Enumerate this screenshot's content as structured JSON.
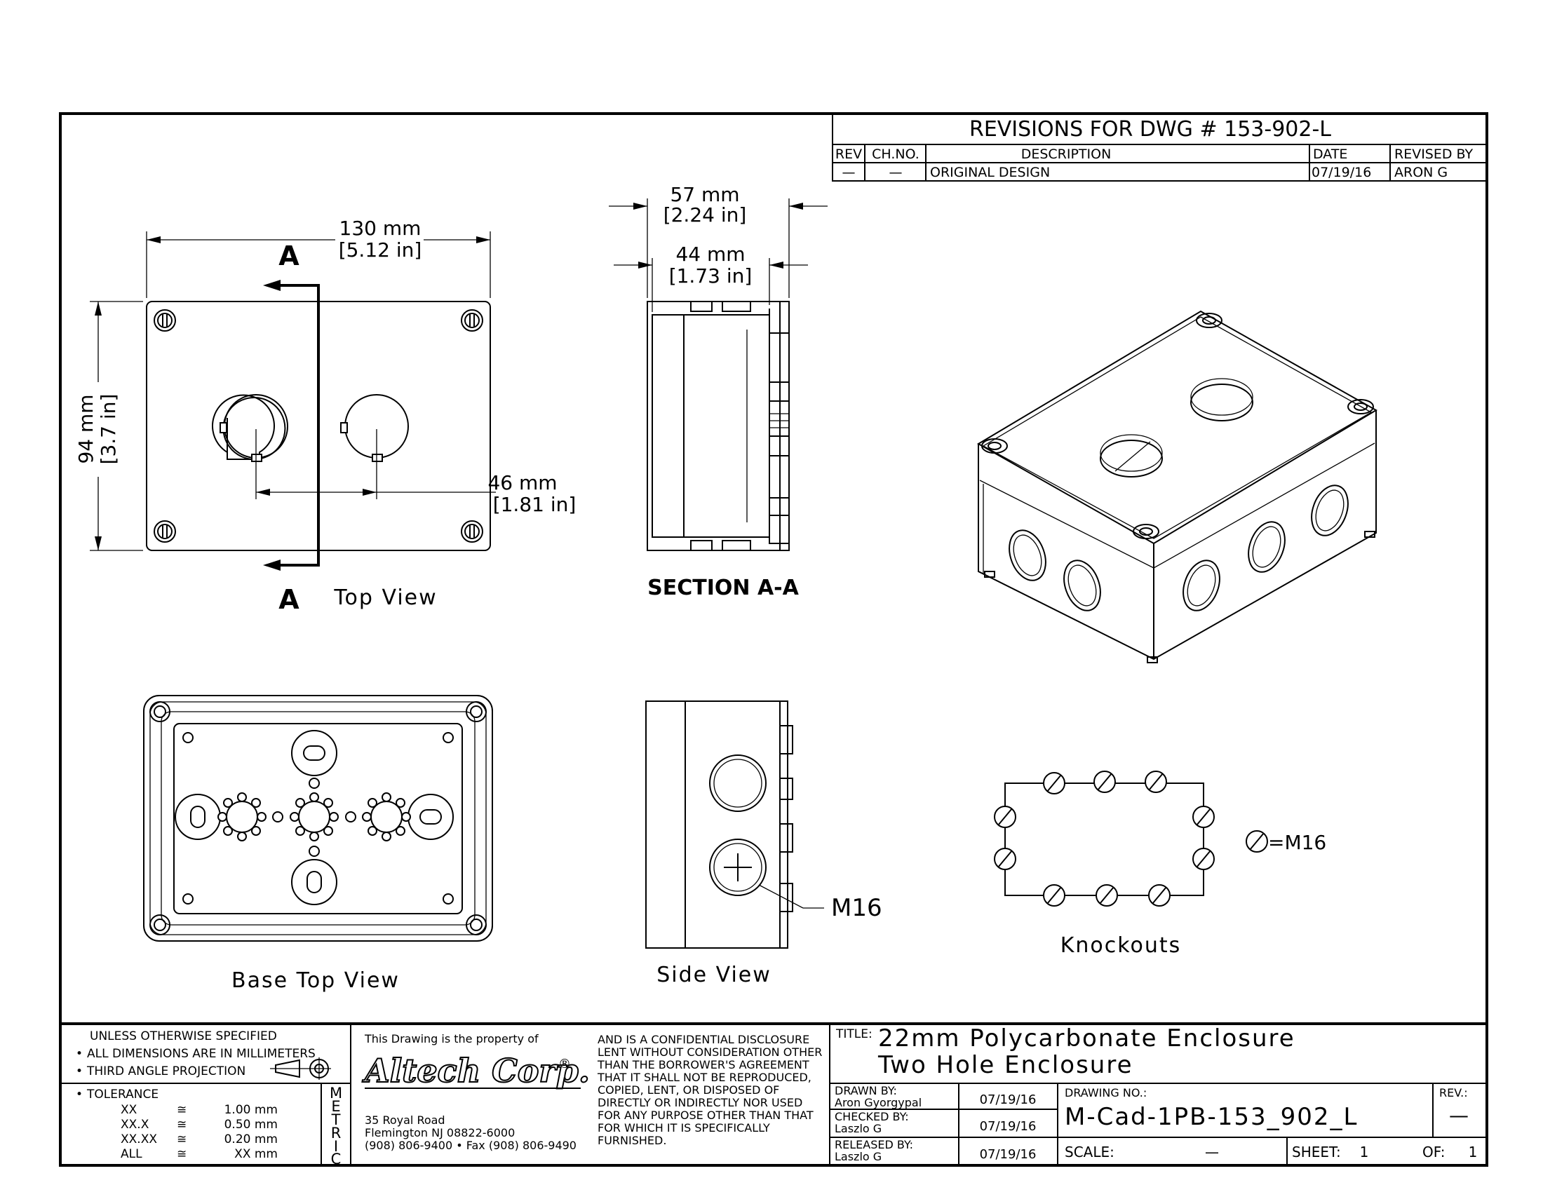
{
  "revisions": {
    "title": "REVISIONS FOR DWG # 153-902-L",
    "headers": {
      "rev": "REV",
      "chno": "CH.NO.",
      "description": "DESCRIPTION",
      "date": "DATE",
      "revised_by": "REVISED BY"
    },
    "row": {
      "rev": "—",
      "chno": "—",
      "description": "ORIGINAL DESIGN",
      "date": "07/19/16",
      "revised_by": "ARON G"
    }
  },
  "top_view": {
    "width_mm": "130 mm",
    "width_in": "[5.12 in]",
    "height_mm": "94 mm",
    "height_in": "[3.7 in]",
    "spacing_mm": "46 mm",
    "spacing_in": "[1.81 in]",
    "section_marker": "A",
    "label": "Top View"
  },
  "section": {
    "outer_mm": "57 mm",
    "outer_in": "[2.24 in]",
    "inner_mm": "44 mm",
    "inner_in": "[1.73 in]",
    "label": "SECTION A-A"
  },
  "base_top_view": {
    "label": "Base Top View"
  },
  "side_view": {
    "label": "Side View",
    "callout": "M16"
  },
  "knockouts": {
    "label": "Knockouts",
    "legend": "=M16"
  },
  "notes": {
    "title": "UNLESS OTHERWISE SPECIFIED",
    "bullets": [
      "ALL DIMENSIONS ARE IN MILLIMETERS",
      "THIRD ANGLE PROJECTION"
    ],
    "tolerance_title": "TOLERANCE",
    "tolerance": [
      {
        "fmt": "XX",
        "sym": "≅",
        "val": "1.00 mm"
      },
      {
        "fmt": "XX.X",
        "sym": "≅",
        "val": "0.50 mm"
      },
      {
        "fmt": "XX.XX",
        "sym": "≅",
        "val": "0.20 mm"
      },
      {
        "fmt": "ALL",
        "sym": "≅",
        "val": "XX mm"
      }
    ],
    "metric": [
      "M",
      "E",
      "T",
      "R",
      "I",
      "C"
    ]
  },
  "company": {
    "property_line": "This Drawing is the property of",
    "logo_text": "Altech Corp.",
    "address1": "35 Royal Road",
    "address2": "Flemington NJ 08822-6000",
    "phone": "(908) 806-9400 • Fax (908) 806-9490",
    "confidential": [
      "AND IS A CONFIDENTIAL DISCLOSURE",
      "LENT WITHOUT CONSIDERATION OTHER",
      "THAN THE BORROWER'S AGREEMENT",
      "THAT IT SHALL NOT BE REPRODUCED,",
      "COPIED, LENT, OR DISPOSED OF",
      "DIRECTLY OR INDIRECTLY NOR USED",
      "FOR ANY PURPOSE OTHER THAN THAT",
      "FOR WHICH IT IS SPECIFICALLY",
      "FURNISHED."
    ]
  },
  "title_block": {
    "title_label": "TITLE:",
    "title_line1": "22mm Polycarbonate Enclosure",
    "title_line2": "Two Hole Enclosure",
    "drawn_by_label": "DRAWN BY:",
    "drawn_by": "Aron Gyorgypal",
    "drawn_date": "07/19/16",
    "checked_by_label": "CHECKED BY:",
    "checked_by": "Laszlo G",
    "checked_date": "07/19/16",
    "released_by_label": "RELEASED BY:",
    "released_by": "Laszlo G",
    "released_date": "07/19/16",
    "drawing_no_label": "DRAWING NO.:",
    "drawing_no": "M-Cad-1PB-153_902_L",
    "rev_label": "REV.:",
    "rev": "—",
    "scale_label": "SCALE:",
    "scale": "—",
    "sheet_label": "SHEET:",
    "sheet": "1",
    "of_label": "OF:",
    "of": "1"
  }
}
